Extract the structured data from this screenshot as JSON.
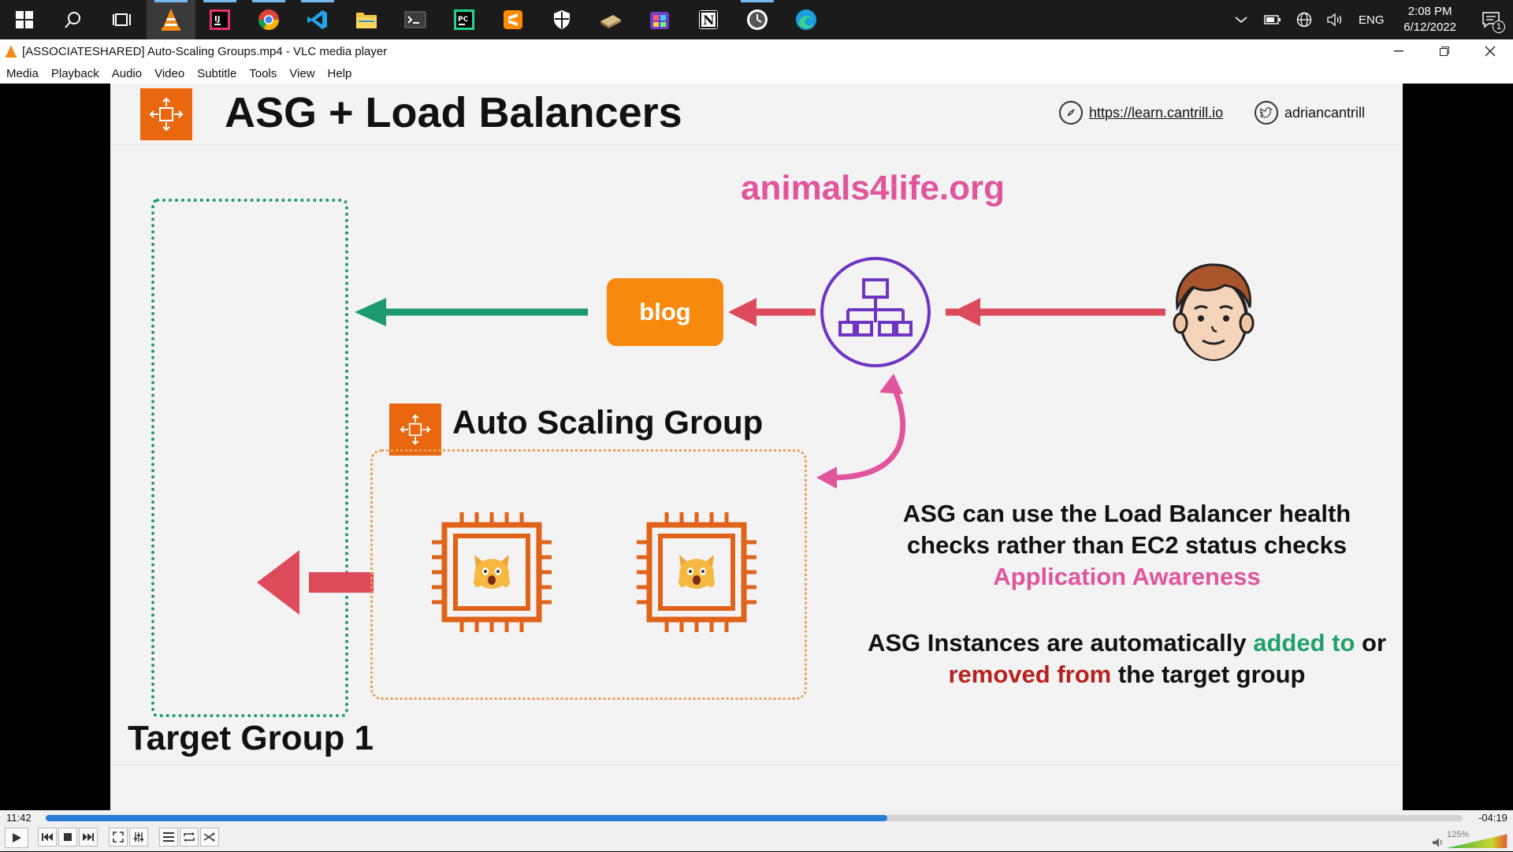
{
  "taskbar": {
    "apps": [
      {
        "name": "start-menu-icon"
      },
      {
        "name": "search-icon"
      },
      {
        "name": "task-view-icon"
      },
      {
        "name": "vlc-app-icon",
        "active": true
      },
      {
        "name": "intellij-app-icon"
      },
      {
        "name": "chrome-app-icon"
      },
      {
        "name": "vscode-app-icon"
      },
      {
        "name": "file-explorer-app-icon"
      },
      {
        "name": "terminal-app-icon"
      },
      {
        "name": "pycharm-app-icon"
      },
      {
        "name": "sublime-app-icon"
      },
      {
        "name": "security-app-icon"
      },
      {
        "name": "app-icon-11"
      },
      {
        "name": "app-icon-12"
      },
      {
        "name": "notion-app-icon"
      },
      {
        "name": "clock-app-icon"
      },
      {
        "name": "edge-app-icon"
      }
    ],
    "tray": {
      "language": "ENG",
      "time": "2:08 PM",
      "date": "6/12/2022",
      "notification_count": "1"
    }
  },
  "window": {
    "title": "[ASSOCIATESHARED] Auto-Scaling Groups.mp4 - VLC media player",
    "menu": [
      "Media",
      "Playback",
      "Audio",
      "Video",
      "Subtitle",
      "Tools",
      "View",
      "Help"
    ]
  },
  "slide": {
    "title": "ASG + Load Balancers",
    "link_url": "https://learn.cantrill.io",
    "twitter": "adriancantrill",
    "domain": "animals4life.org",
    "blog": "blog",
    "asg_label": "Auto Scaling Group",
    "target_group": "Target Group 1",
    "note1_line1": "ASG can use the Load Balancer health",
    "note1_line2": "checks rather than EC2 status checks",
    "note1_line3": "Application Awareness",
    "note2_a": "ASG Instances are automatically ",
    "note2_b": "added to",
    "note2_c": " or",
    "note2_d": "removed from",
    "note2_e": " the target group"
  },
  "player": {
    "elapsed": "11:42",
    "remaining": "-04:19",
    "progress": 0.594,
    "volume_pct": "125%",
    "buttons": [
      "play",
      "prev",
      "stop",
      "next",
      "fullscreen",
      "extended",
      "playlist",
      "loop",
      "random"
    ]
  },
  "colors": {
    "accent_pink": "#e0559b",
    "green": "#22a06b",
    "red": "#b8221d",
    "asg_orange": "#e8670f",
    "blog_orange": "#f7890e",
    "lb_purple": "#6d35c1",
    "arrow_red": "#dd4a5a",
    "arrow_green": "#1e9a6e",
    "seek_blue": "#2a7dd6"
  }
}
